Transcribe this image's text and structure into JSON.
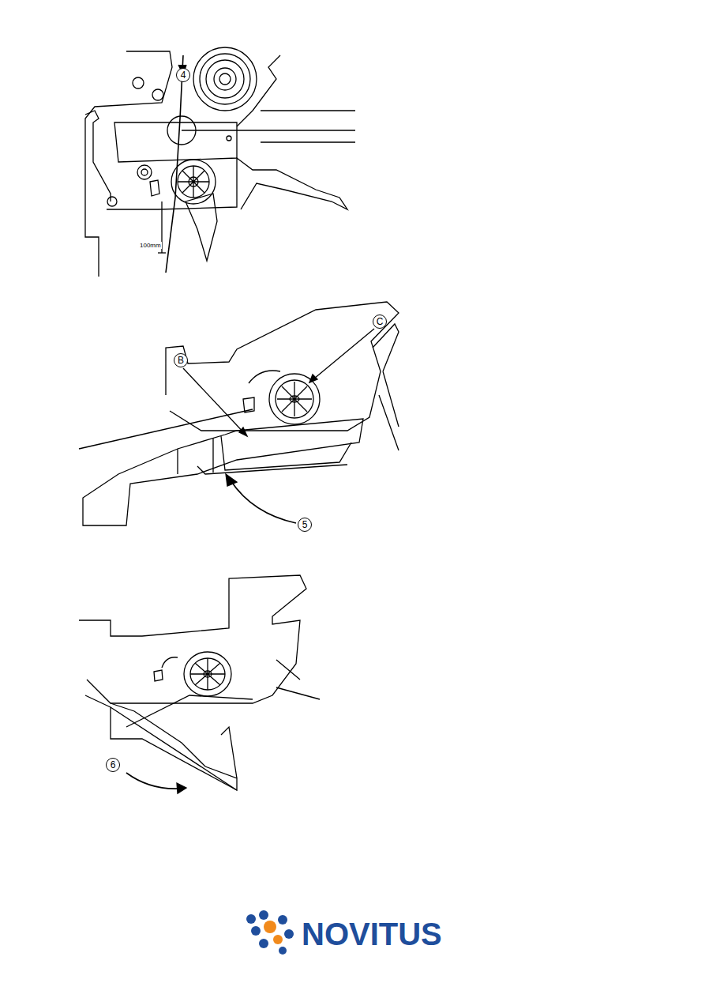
{
  "diagram": {
    "nodes": [
      {
        "text": [
          "4"
        ]
      },
      {
        "text": [
          "B"
        ]
      },
      {
        "text": [
          "C"
        ]
      },
      {
        "text": [
          "5"
        ]
      },
      {
        "text": [
          "6"
        ]
      }
    ],
    "labels": [
      "100mm",
      "NOVITUS"
    ]
  }
}
